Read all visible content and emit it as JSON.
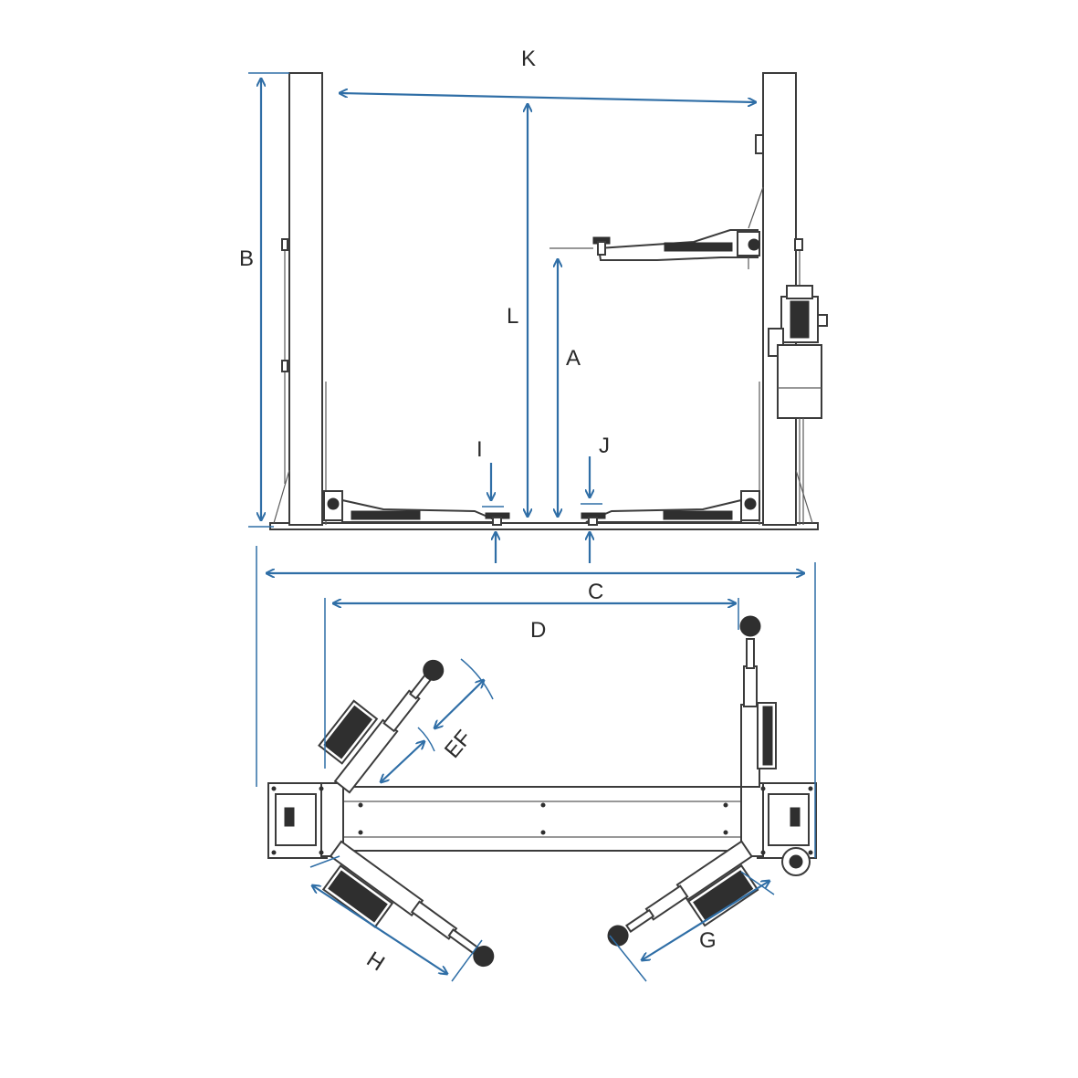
{
  "diagram": {
    "colors": {
      "dimension_line": "#2f6ea6",
      "outline": "#3b3b3b",
      "fill_dark": "#2f2f2f"
    },
    "labels": {
      "K": "K",
      "B": "B",
      "L": "L",
      "A": "A",
      "I": "I",
      "J": "J",
      "C": "C",
      "D": "D",
      "EF": "EF",
      "H": "H",
      "G": "G"
    }
  }
}
